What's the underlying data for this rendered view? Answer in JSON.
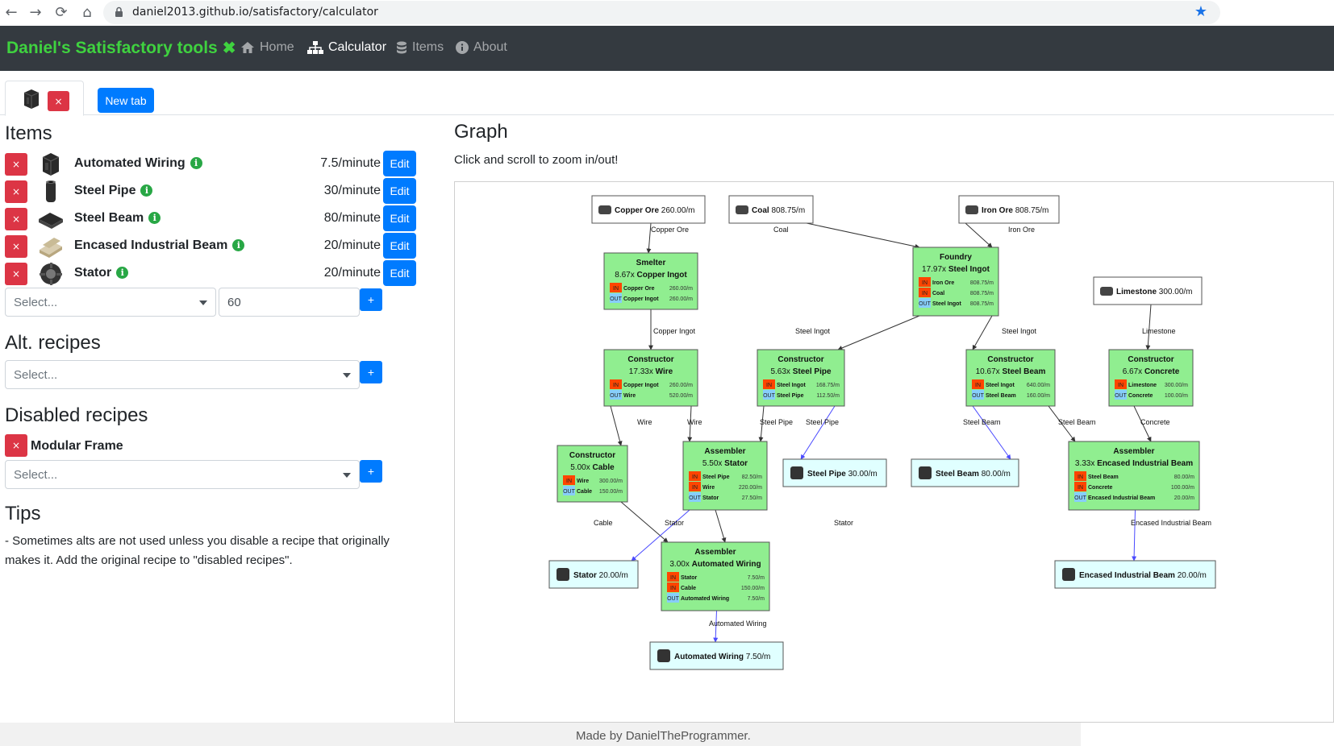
{
  "browser": {
    "url": "daniel2013.github.io/satisfactory/calculator"
  },
  "nav": {
    "brand": "Daniel's Satisfactory tools",
    "home": "Home",
    "calculator": "Calculator",
    "items": "Items",
    "about": "About"
  },
  "tabs": {
    "close": "×",
    "new_tab": "New tab"
  },
  "items_section": {
    "title": "Items",
    "rows": [
      {
        "name": "Automated Wiring",
        "rate": "7.5/minute",
        "edit": "Edit"
      },
      {
        "name": "Steel Pipe",
        "rate": "30/minute",
        "edit": "Edit"
      },
      {
        "name": "Steel Beam",
        "rate": "80/minute",
        "edit": "Edit"
      },
      {
        "name": "Encased Industrial Beam",
        "rate": "20/minute",
        "edit": "Edit"
      },
      {
        "name": "Stator",
        "rate": "20/minute",
        "edit": "Edit"
      }
    ],
    "select_placeholder": "Select...",
    "amount_value": "60",
    "add": "+"
  },
  "alt_recipes": {
    "title": "Alt. recipes",
    "select_placeholder": "Select...",
    "add": "+"
  },
  "disabled_recipes": {
    "title": "Disabled recipes",
    "item": "Modular Frame",
    "select_placeholder": "Select...",
    "add": "+"
  },
  "tips": {
    "title": "Tips",
    "text": "- Sometimes alts are not used unless you disable a recipe that originally makes it. Add the original recipe to \"disabled recipes\"."
  },
  "graph": {
    "title": "Graph",
    "subtitle": "Click and scroll to zoom in/out!",
    "sources": {
      "copper_ore": {
        "name": "Copper Ore",
        "rate": "260.00/m"
      },
      "coal": {
        "name": "Coal",
        "rate": "808.75/m"
      },
      "iron_ore": {
        "name": "Iron Ore",
        "rate": "808.75/m"
      },
      "limestone": {
        "name": "Limestone",
        "rate": "300.00/m"
      }
    },
    "machines": {
      "smelter": {
        "machine": "Smelter",
        "mult": "8.67x",
        "product": "Copper Ingot",
        "io": [
          [
            "IN",
            "Copper Ore",
            "260.00/m"
          ],
          [
            "OUT",
            "Copper Ingot",
            "260.00/m"
          ]
        ]
      },
      "foundry": {
        "machine": "Foundry",
        "mult": "17.97x",
        "product": "Steel Ingot",
        "io": [
          [
            "IN",
            "Iron Ore",
            "808.75/m"
          ],
          [
            "IN",
            "Coal",
            "808.75/m"
          ],
          [
            "OUT",
            "Steel Ingot",
            "808.75/m"
          ]
        ]
      },
      "con_wire": {
        "machine": "Constructor",
        "mult": "17.33x",
        "product": "Wire",
        "io": [
          [
            "IN",
            "Copper Ingot",
            "260.00/m"
          ],
          [
            "OUT",
            "Wire",
            "520.00/m"
          ]
        ]
      },
      "con_pipe": {
        "machine": "Constructor",
        "mult": "5.63x",
        "product": "Steel Pipe",
        "io": [
          [
            "IN",
            "Steel Ingot",
            "168.75/m"
          ],
          [
            "OUT",
            "Steel Pipe",
            "112.50/m"
          ]
        ]
      },
      "con_beam": {
        "machine": "Constructor",
        "mult": "10.67x",
        "product": "Steel Beam",
        "io": [
          [
            "IN",
            "Steel Ingot",
            "640.00/m"
          ],
          [
            "OUT",
            "Steel Beam",
            "160.00/m"
          ]
        ]
      },
      "con_concrete": {
        "machine": "Constructor",
        "mult": "6.67x",
        "product": "Concrete",
        "io": [
          [
            "IN",
            "Limestone",
            "300.00/m"
          ],
          [
            "OUT",
            "Concrete",
            "100.00/m"
          ]
        ]
      },
      "con_cable": {
        "machine": "Constructor",
        "mult": "5.00x",
        "product": "Cable",
        "io": [
          [
            "IN",
            "Wire",
            "300.00/m"
          ],
          [
            "OUT",
            "Cable",
            "150.00/m"
          ]
        ]
      },
      "asm_stator": {
        "machine": "Assembler",
        "mult": "5.50x",
        "product": "Stator",
        "io": [
          [
            "IN",
            "Steel Pipe",
            "82.50/m"
          ],
          [
            "IN",
            "Wire",
            "220.00/m"
          ],
          [
            "OUT",
            "Stator",
            "27.50/m"
          ]
        ]
      },
      "asm_eib": {
        "machine": "Assembler",
        "mult": "3.33x",
        "product": "Encased Industrial Beam",
        "io": [
          [
            "IN",
            "Steel Beam",
            "80.00/m"
          ],
          [
            "IN",
            "Concrete",
            "100.00/m"
          ],
          [
            "OUT",
            "Encased Industrial Beam",
            "20.00/m"
          ]
        ]
      },
      "asm_wiring": {
        "machine": "Assembler",
        "mult": "3.00x",
        "product": "Automated Wiring",
        "io": [
          [
            "IN",
            "Stator",
            "7.50/m"
          ],
          [
            "IN",
            "Cable",
            "150.00/m"
          ],
          [
            "OUT",
            "Automated Wiring",
            "7.50/m"
          ]
        ]
      }
    },
    "outputs": {
      "steel_pipe": {
        "name": "Steel Pipe",
        "rate": "30.00/m"
      },
      "steel_beam": {
        "name": "Steel Beam",
        "rate": "80.00/m"
      },
      "stator": {
        "name": "Stator",
        "rate": "20.00/m"
      },
      "eib": {
        "name": "Encased Industrial Beam",
        "rate": "20.00/m"
      },
      "wiring": {
        "name": "Automated Wiring",
        "rate": "7.50/m"
      }
    },
    "edge_labels": {
      "copper_ore": "Copper Ore",
      "coal": "Coal",
      "iron_ore": "Iron Ore",
      "copper_ingot": "Copper Ingot",
      "steel_ingot": "Steel Ingot",
      "limestone": "Limestone",
      "wire": "Wire",
      "steel_pipe": "Steel Pipe",
      "steel_beam": "Steel Beam",
      "concrete": "Concrete",
      "cable": "Cable",
      "stator": "Stator",
      "eib": "Encased Industrial Beam",
      "wiring": "Automated Wiring"
    },
    "colors": {
      "machine_fill": "#90ee90",
      "output_fill": "#e0ffff",
      "in_tag": "#ff4500",
      "out_tag": "#87cefa",
      "output_edge": "#4a4aff"
    }
  },
  "footer": "Made by DanielTheProgrammer."
}
